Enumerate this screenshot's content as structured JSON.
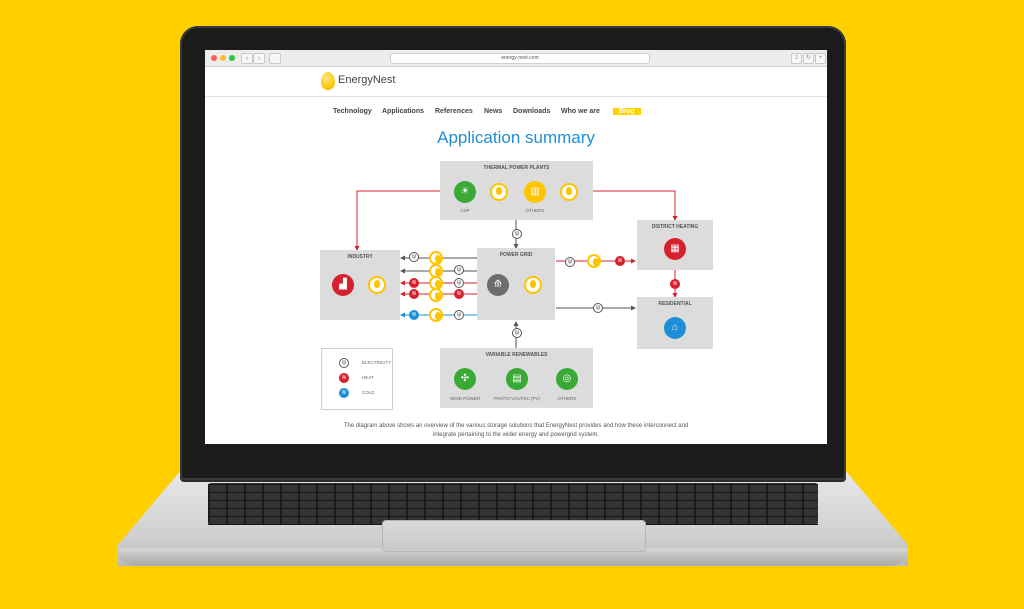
{
  "browser": {
    "url": "energy-nest.com",
    "nav": {
      "back": "‹",
      "forward": "›"
    },
    "tools": {
      "share": "⇪",
      "reload": "↻",
      "add": "+"
    }
  },
  "site": {
    "logo_text": "EnergyNest",
    "nav_items": [
      "Technology",
      "Applications",
      "References",
      "News",
      "Downloads",
      "Who we are",
      "Blog"
    ],
    "title": "Application summary"
  },
  "diagram": {
    "thermal": {
      "label": "THERMAL POWER PLANTS",
      "csp": "CSP",
      "others": "OTHERS"
    },
    "district": {
      "label": "DISTRICT HEATING"
    },
    "industry": {
      "label": "INDUSTRY"
    },
    "grid": {
      "label": "POWER GRID"
    },
    "residential": {
      "label": "RESIDENTIAL"
    },
    "renewables": {
      "label": "VARIABLE RENEWABLES",
      "wind": "WIND POWER",
      "pv": "PHOTO VOLTAIC (PV)",
      "others": "OTHERS"
    },
    "legend": {
      "electricity": "ELECTRICITY",
      "heat": "HEAT",
      "cold": "COLD"
    }
  },
  "caption": {
    "line1": "The diagram above shows an overview of the various storage solutions that EnergyNest provides and how these interconnect and",
    "line2": "integrate pertaining to the wider energy and powergrid system."
  },
  "colors": {
    "brand_yellow": "#ffcf00",
    "title_blue": "#1e8fd6",
    "heat_red": "#d6202c",
    "cold_blue": "#1e8fd6",
    "green": "#3aa935",
    "grey_box": "#dcdcdc"
  }
}
